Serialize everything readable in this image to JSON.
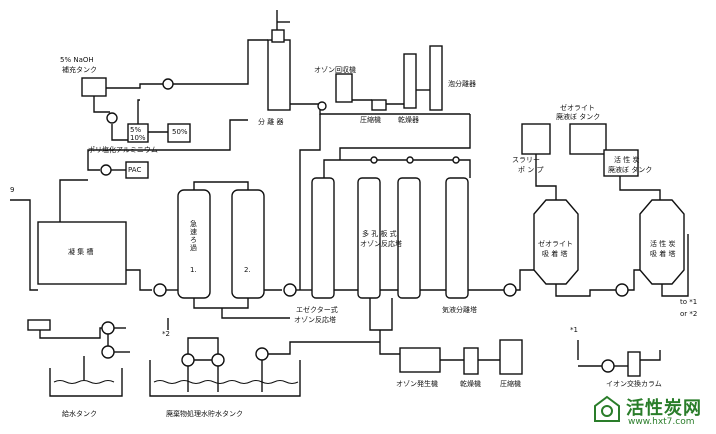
{
  "labels": {
    "naoh": "5% NaOH",
    "naoh_tank": "補充タンク",
    "alum": "ポリ塩化アルミニウム",
    "pct5": "5%",
    "pct10": "10%",
    "pct50": "50%",
    "pac": "PAC",
    "sep": "分 離 器",
    "ozone_recovery": "オゾン回収機",
    "compressor": "圧縮機",
    "dryer": "乾燥器",
    "foam_sep": "泡分離器",
    "zeolite_tank_1": "ゼオライト",
    "zeolite_tank_2": "廃液ぼ タンク",
    "slurry_pump": "スラリー",
    "slurry_pump_2": "ポ ン プ",
    "carbon_tank_1": "活 性 炭",
    "carbon_tank_2": "廃液ぼ タンク",
    "coag": "凝 集 槽",
    "filter": "急速ろ過",
    "filter_1": "1.",
    "filter_2": "2.",
    "porous": "多 孔 板 式",
    "porous_2": "オゾン反応塔",
    "ejector": "エゼクター式",
    "ejector_2": "オゾン反応塔",
    "gas_sep": "気液分離塔",
    "zeolite_tower": "ゼオライト",
    "zeolite_tower_2": "吸 着 塔",
    "carbon_tower": "活 性 炭",
    "carbon_tower_2": "吸 着 塔",
    "to1": "to *1",
    "or2": "or *2",
    "mark1": "*1",
    "mark2": "*2",
    "nine": "9",
    "water_tank": "給水タンク",
    "waste_tank": "廃棄物処理水貯水タンク",
    "ozone_gen": "オゾン発生機",
    "dryer2": "乾燥機",
    "compressor2": "圧縮機",
    "ion": "イオン交換カラム"
  },
  "watermark": {
    "name": "活性炭网",
    "url": "www.hxt7.com"
  }
}
